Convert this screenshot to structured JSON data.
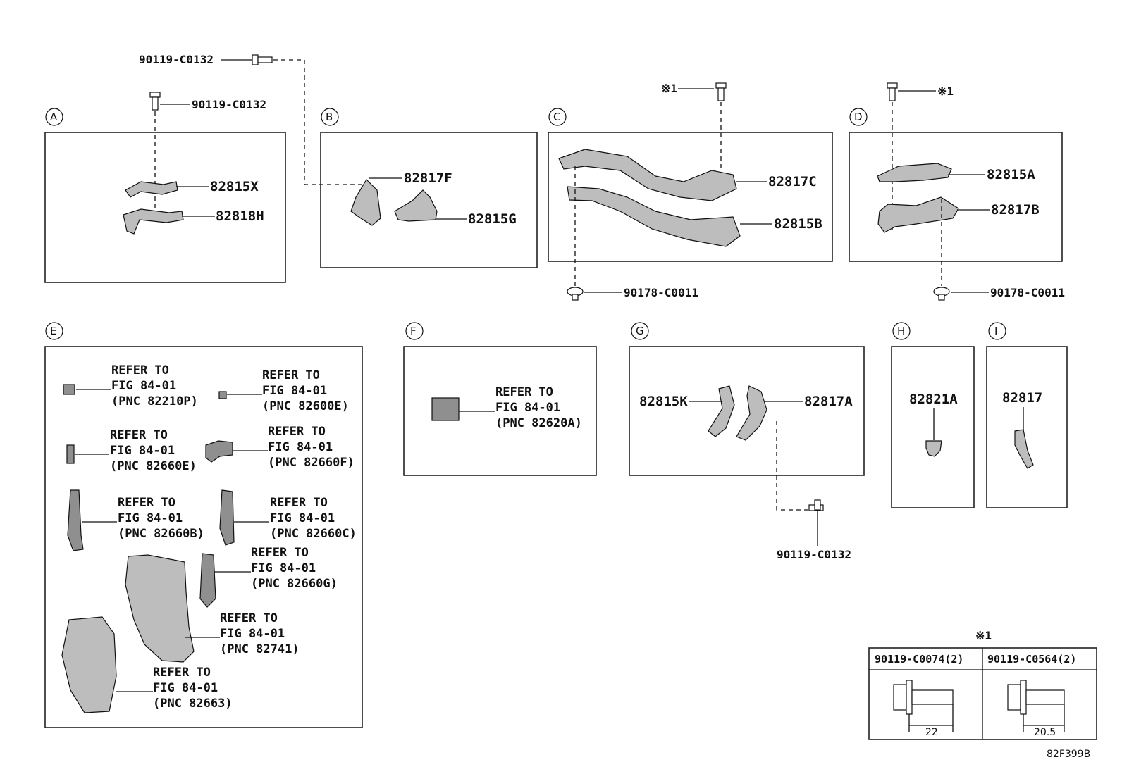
{
  "diagram_code": "82F399B",
  "bolt_top": "90119-C0132",
  "groups": {
    "A": {
      "letter": "A",
      "bolt": "90119-C0132",
      "parts": [
        "82815X",
        "82818H"
      ]
    },
    "B": {
      "letter": "B",
      "parts": [
        "82817F",
        "82815G"
      ]
    },
    "C": {
      "letter": "C",
      "mark": "※1",
      "parts": [
        "82817C",
        "82815B"
      ],
      "clip": "90178-C0011"
    },
    "D": {
      "letter": "D",
      "mark": "※1",
      "parts": [
        "82815A",
        "82817B"
      ],
      "clip": "90178-C0011"
    },
    "E": {
      "letter": "E",
      "refs": [
        {
          "l1": "REFER TO",
          "l2": "FIG 84-01",
          "l3": "(PNC 82210P)"
        },
        {
          "l1": "REFER TO",
          "l2": "FIG 84-01",
          "l3": "(PNC 82600E)"
        },
        {
          "l1": "REFER TO",
          "l2": "FIG 84-01",
          "l3": "(PNC 82660E)"
        },
        {
          "l1": "REFER TO",
          "l2": "FIG 84-01",
          "l3": "(PNC 82660F)"
        },
        {
          "l1": "REFER TO",
          "l2": "FIG 84-01",
          "l3": "(PNC 82660B)"
        },
        {
          "l1": "REFER TO",
          "l2": "FIG 84-01",
          "l3": "(PNC 82660C)"
        },
        {
          "l1": "REFER TO",
          "l2": "FIG 84-01",
          "l3": "(PNC 82660G)"
        },
        {
          "l1": "REFER TO",
          "l2": "FIG 84-01",
          "l3": "(PNC 82741)"
        },
        {
          "l1": "REFER TO",
          "l2": "FIG 84-01",
          "l3": "(PNC 82663)"
        }
      ]
    },
    "F": {
      "letter": "F",
      "ref": {
        "l1": "REFER TO",
        "l2": "FIG 84-01",
        "l3": "(PNC 82620A)"
      }
    },
    "G": {
      "letter": "G",
      "parts": [
        "82815K",
        "82817A"
      ],
      "bolt": "90119-C0132"
    },
    "H": {
      "letter": "H",
      "part": "82821A"
    },
    "I": {
      "letter": "I",
      "part": "82817"
    }
  },
  "note_table": {
    "mark": "※1",
    "col1": {
      "header": "90119-C0074(2)",
      "dim": "22"
    },
    "col2": {
      "header": "90119-C0564(2)",
      "dim": "20.5"
    }
  }
}
